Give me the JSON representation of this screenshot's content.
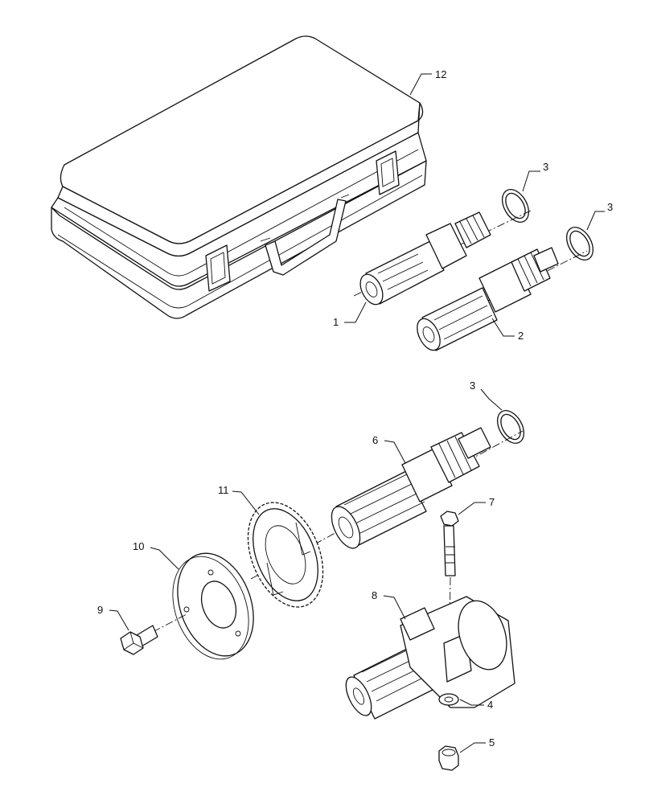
{
  "callouts": {
    "c1": "1",
    "c2": "2",
    "c3a": "3",
    "c3b": "3",
    "c3c": "3",
    "c4": "4",
    "c5": "5",
    "c6": "6",
    "c7": "7",
    "c8": "8",
    "c9": "9",
    "c10": "10",
    "c11": "11",
    "c12": "12"
  },
  "colors": {
    "line": "#111111",
    "background": "#ffffff"
  }
}
